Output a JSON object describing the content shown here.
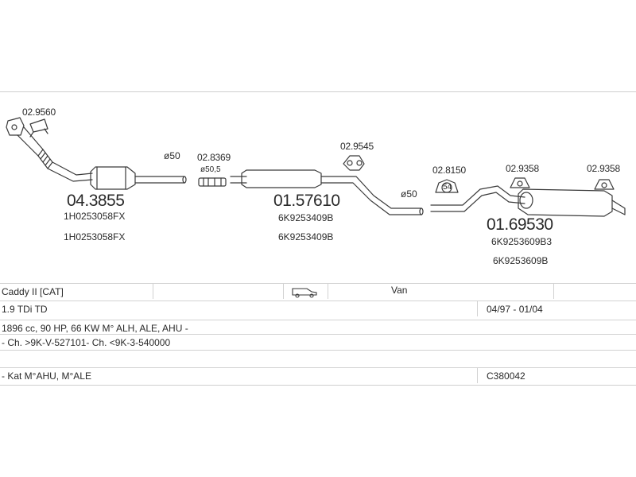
{
  "parts": [
    {
      "code": "02.9560",
      "role": "clamp"
    },
    {
      "code": "04.3855",
      "oem": [
        "1H0253058FX",
        "1H0253058FX"
      ],
      "role": "catalyst"
    },
    {
      "code": "02.8369",
      "diameter": "ø50,5",
      "role": "clamp"
    },
    {
      "code": "01.57610",
      "oem": [
        "6K9253409B",
        "6K9253409B"
      ],
      "role": "middle-silencer"
    },
    {
      "code": "02.9545",
      "role": "hanger"
    },
    {
      "code": "02.8150",
      "badge": "54",
      "role": "clamp"
    },
    {
      "code": "02.9358",
      "role": "hanger"
    },
    {
      "code": "01.69530",
      "oem": [
        "6K9253609B3",
        "6K9253609B"
      ],
      "role": "rear-silencer"
    },
    {
      "code": "02.9358",
      "role": "hanger"
    }
  ],
  "pipe_diameters": [
    "ø50",
    "ø50"
  ],
  "info": {
    "model": "Caddy II  [CAT]",
    "body": "Van",
    "engine": "1.9 TDi TD",
    "years": "04/97 - 01/04",
    "spec": "1896 cc, 90 HP, 66 KW M° ALH, ALE, AHU -",
    "chassis": "- Ch. >9K-V-527101- Ch. <9K-3-540000",
    "note": "- Kat M°AHU, M°ALE",
    "ref": "C380042"
  },
  "colors": {
    "line": "#3a3a3a",
    "rule": "#cfcfcf"
  }
}
